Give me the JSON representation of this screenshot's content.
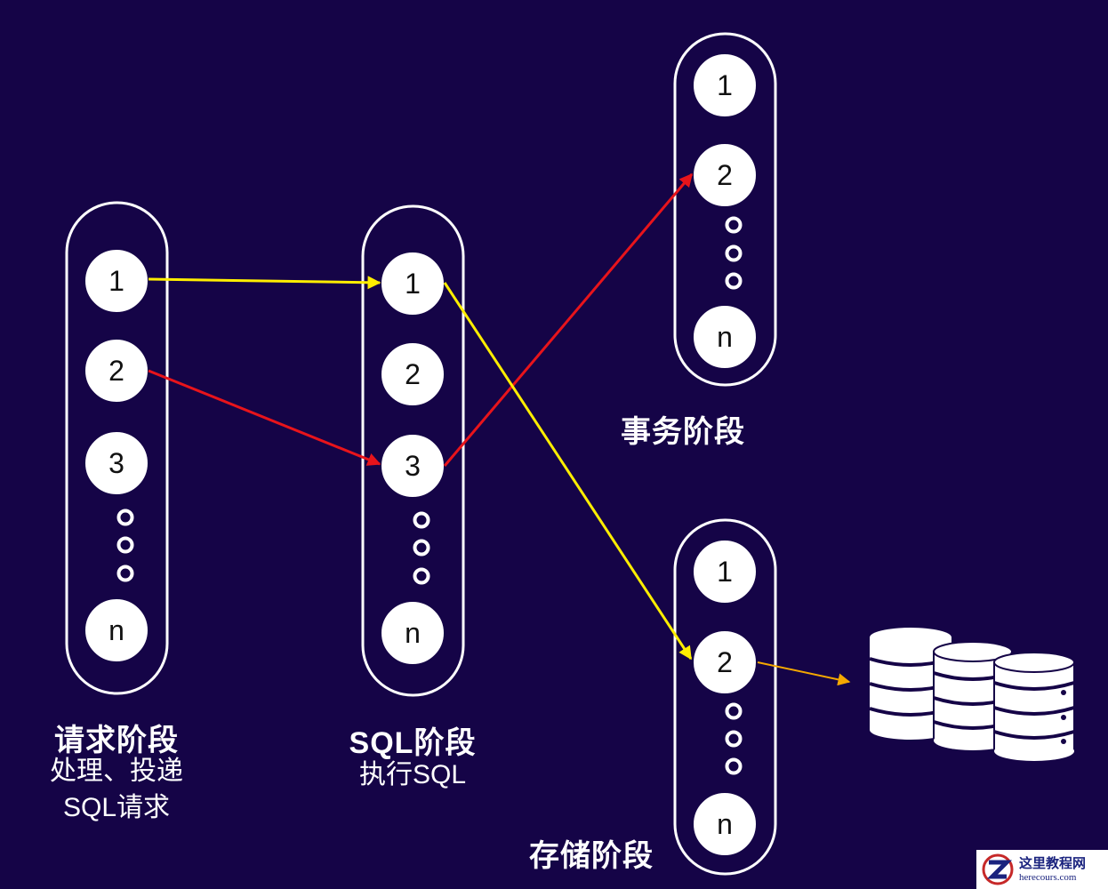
{
  "stages": {
    "request": {
      "title": "请求阶段",
      "desc_line1": "处理、投递",
      "desc_line2": "SQL请求",
      "nodes": [
        "1",
        "2",
        "3",
        "n"
      ]
    },
    "sql": {
      "title": "SQL阶段",
      "desc": "执行SQL",
      "nodes": [
        "1",
        "2",
        "3",
        "n"
      ]
    },
    "transaction": {
      "title": "事务阶段",
      "nodes": [
        "1",
        "2",
        "n"
      ]
    },
    "storage": {
      "title": "存储阶段",
      "nodes": [
        "1",
        "2",
        "n"
      ]
    }
  },
  "colors": {
    "background": "#150447",
    "pill_outline": "#ffffff",
    "node_fill": "#ffffff",
    "arrow_yellow": "#ffee00",
    "arrow_red": "#e8141b",
    "arrow_orange": "#f5a800"
  },
  "icons": {
    "database": "database-stack-icon"
  },
  "watermark": {
    "name": "这里教程网",
    "url": "herecours.com"
  }
}
